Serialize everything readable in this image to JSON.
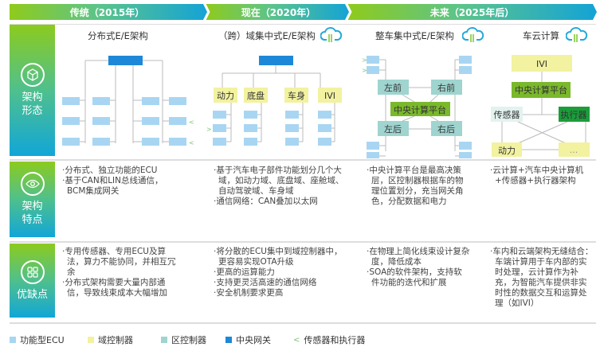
{
  "timeline": [
    "传统（2015年）",
    "现在（2020年）",
    "未来（2025年后）"
  ],
  "rows": {
    "form": "架构\n形态",
    "features": "架构\n特点",
    "pros_cons": "优缺点"
  },
  "row_labels": {
    "form": [
      "架构",
      "形态"
    ],
    "features": [
      "架构",
      "特点"
    ],
    "pros_cons": [
      "优缺点"
    ]
  },
  "columns": [
    {
      "title": "分布式E/E架构",
      "features": [
        "·分布式、独立功能的ECU",
        "·基于CAN和LIN总线通信，BCM集成网关"
      ],
      "pros_cons": [
        "·专用传感器、专用ECU及算法，算力不能协同，并相互冗余",
        "·分布式架构需要大量内部通信，导致线束成本大幅增加"
      ]
    },
    {
      "title": "（跨）域集中式E/E架构",
      "features": [
        "·基于汽车电子部件功能划分几个大域，如动力域、底盘域、座舱域、自动驾驶域、车身域",
        "·通信网络：CAN叠加以太网"
      ],
      "pros_cons": [
        "·将分散的ECU集中到域控制器中，更容易实现OTA升级",
        "·更高的运算能力",
        "·支持更灵活高速的通信网络",
        "·安全机制要求更高"
      ]
    },
    {
      "title": "整车集中式E/E架构",
      "features": [
        "·中央计算平台是最高决策层，区控制器根据车的物理位置划分，充当网关角色，分配数据和电力"
      ],
      "pros_cons": [
        "·在物理上简化线束设计复杂度，降低成本",
        "·SOA的软件架构，支持软件功能的迭代和扩展"
      ]
    },
    {
      "title": "车云计算",
      "features": [
        "·云计算+汽车中央计算机+传感器+执行器架构"
      ],
      "pros_cons": [
        "·车内和云端架构无缝结合：车端计算用于车内部的实时处理，云计算作为补充，为智能汽车提供非实时性的数据交互和运算处理（如IVI）"
      ]
    }
  ],
  "diagram": {
    "domains": [
      "动力",
      "底盘",
      "车身",
      "IVI"
    ],
    "zones": [
      "左前",
      "右前",
      "左后",
      "右后"
    ],
    "central": "中央计算平台",
    "cloud": {
      "ivi": "IVI",
      "central": "中央计算平台",
      "sensor": "传感器",
      "actuator": "执行器",
      "power": "动力",
      "more": "..."
    }
  },
  "legend": [
    {
      "label": "功能型ECU",
      "color": "#a8d6f2"
    },
    {
      "label": "域控制器",
      "color": "#f2f2a0"
    },
    {
      "label": "区控制器",
      "color": "#9fd4cf"
    },
    {
      "label": "中央网关",
      "color": "#1e88d8"
    },
    {
      "label": "传感器和执行器",
      "color": "#7cc576"
    }
  ],
  "colors": {
    "ecu": "#a8d6f2",
    "domain": "#f2f2a0",
    "zone": "#9fd4cf",
    "gateway": "#1e88d8",
    "central": "#7ab82c",
    "actuator": "#1a9e3a"
  }
}
